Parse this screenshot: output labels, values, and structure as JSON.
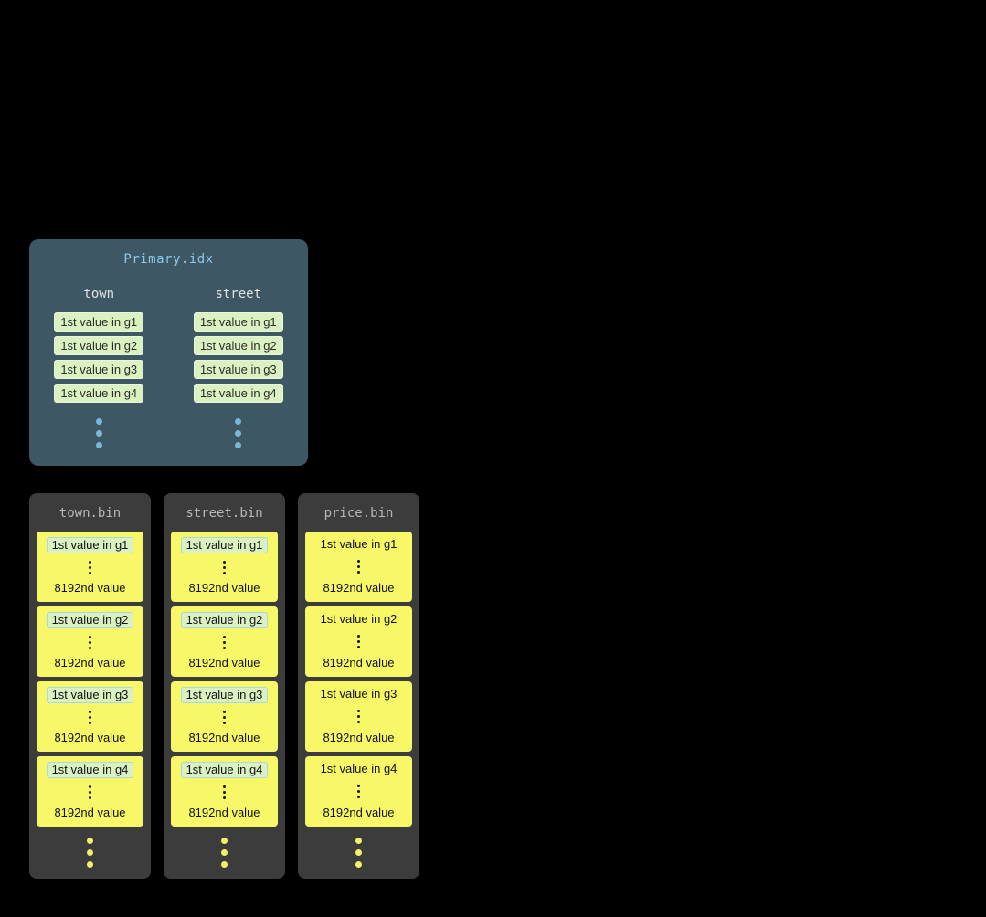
{
  "primary": {
    "title": "Primary.idx",
    "columns": [
      {
        "name": "town",
        "values": [
          "1st value in g1",
          "1st value in g2",
          "1st value in g3",
          "1st value in g4"
        ]
      },
      {
        "name": "street",
        "values": [
          "1st value in g1",
          "1st value in g2",
          "1st value in g3",
          "1st value in g4"
        ]
      }
    ]
  },
  "bins": [
    {
      "title": "town.bin",
      "highlighted": true,
      "granules": [
        {
          "first": "1st value in g1",
          "last": "8192nd value"
        },
        {
          "first": "1st value in g2",
          "last": "8192nd value"
        },
        {
          "first": "1st value in g3",
          "last": "8192nd value"
        },
        {
          "first": "1st value in g4",
          "last": "8192nd value"
        }
      ]
    },
    {
      "title": "street.bin",
      "highlighted": true,
      "granules": [
        {
          "first": "1st value in g1",
          "last": "8192nd value"
        },
        {
          "first": "1st value in g2",
          "last": "8192nd value"
        },
        {
          "first": "1st value in g3",
          "last": "8192nd value"
        },
        {
          "first": "1st value in g4",
          "last": "8192nd value"
        }
      ]
    },
    {
      "title": "price.bin",
      "highlighted": false,
      "granules": [
        {
          "first": "1st value in g1",
          "last": "8192nd value"
        },
        {
          "first": "1st value in g2",
          "last": "8192nd value"
        },
        {
          "first": "1st value in g3",
          "last": "8192nd value"
        },
        {
          "first": "1st value in g4",
          "last": "8192nd value"
        }
      ]
    }
  ],
  "colors": {
    "background": "#000000",
    "primary-panel-bg": "#3e5765",
    "primary-title": "#8fc8e8",
    "column-label": "#e2e2e2",
    "mark-bg": "#daf1c2",
    "mark-border": "#e9f7d8",
    "mark-border-bin": "#a9d8e2",
    "dot-blue": "#79b7d9",
    "bin-panel-bg": "#3c3c3c",
    "bin-title": "#b8b8b8",
    "granule-bg": "#f7f768",
    "dot-yellow": "#f2f266"
  }
}
